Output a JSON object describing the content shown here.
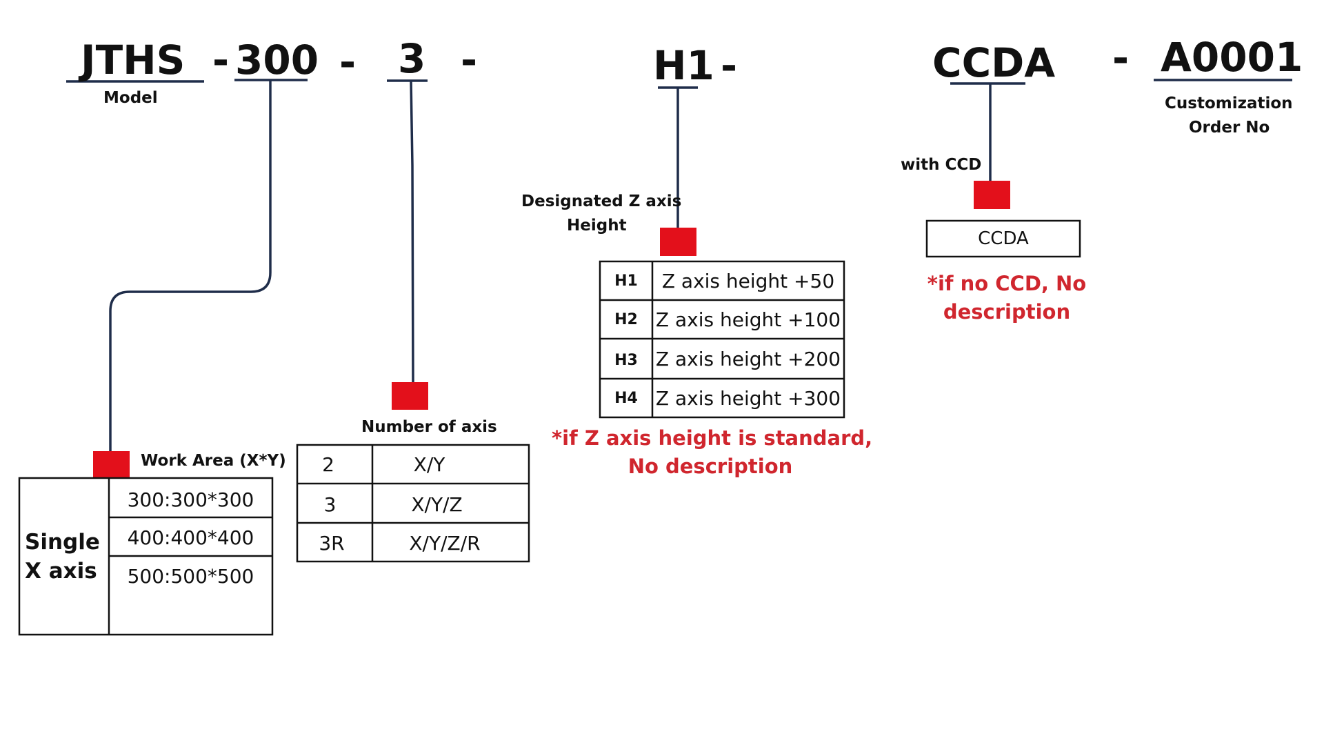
{
  "code_parts": {
    "model": "JTHS",
    "work_area": "300",
    "axis": "3",
    "z_height": "H1",
    "ccd": "CCDA",
    "customization": "A0001",
    "separator": "-"
  },
  "labels": {
    "model": "Model",
    "customization_line1": "Customization",
    "customization_line2": "Order No",
    "with_ccd": "with CCD",
    "z_axis_line1": "Designated Z axis",
    "z_axis_line2": "Height",
    "number_of_axis": "Number of axis",
    "work_area": "Work Area (X*Y)"
  },
  "work_area_table": {
    "group_label": "Single X axis",
    "options": [
      "300:300*300",
      "400:400*400",
      "500:500*500"
    ]
  },
  "axis_table": {
    "rows": [
      {
        "code": "2",
        "desc": "X/Y"
      },
      {
        "code": "3",
        "desc": "X/Y/Z"
      },
      {
        "code": "3R",
        "desc": "X/Y/Z/R"
      }
    ]
  },
  "z_table": {
    "rows": [
      {
        "code": "H1",
        "desc": "Z axis height +50"
      },
      {
        "code": "H2",
        "desc": "Z axis height +100"
      },
      {
        "code": "H3",
        "desc": "Z axis height +200"
      },
      {
        "code": "H4",
        "desc": "Z axis height +300"
      }
    ]
  },
  "ccd_box": "CCDA",
  "notes": {
    "z_line1": "*if Z axis height is standard,",
    "z_line2": "No description",
    "ccd_line1": "*if no CCD, No",
    "ccd_line2": "description"
  },
  "colors": {
    "line": "#1f2d4a",
    "marker": "#e3101b",
    "note": "#d0262e"
  }
}
